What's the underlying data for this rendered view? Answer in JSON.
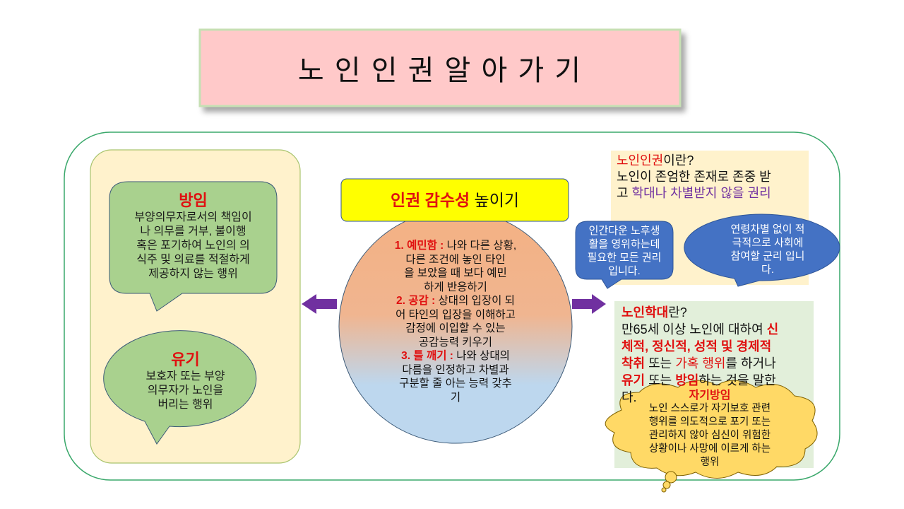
{
  "title": "노 인 인 권 알 아 가 기",
  "left_panel": {
    "neglect": {
      "heading": "방임",
      "lines": [
        "부양의무자로서의  책임이",
        "나 의무를 거부, 불이행",
        "혹은 포기하여 노인의 의",
        "식주 및  의료를 적절하게",
        "제공하지 않는 행위"
      ]
    },
    "abandonment": {
      "heading": "유기",
      "lines": [
        "보호자 또는 부양",
        "의무자가 노인을",
        "버리는 행위"
      ]
    }
  },
  "center": {
    "header": {
      "highlight": "인권 감수성",
      "rest": " 높이기"
    },
    "items": [
      {
        "label": "1.  예민함 : ",
        "lines": [
          "나와 다른 상황,",
          "다른 조건에 놓인 타인",
          "을 보았을 때 보다 예민",
          "하게 반응하기"
        ]
      },
      {
        "label": "2. 공감 : ",
        "lines": [
          "상대의 입장이 되",
          "어 타인의 입장을 이해하고",
          "감정에 이입할 수 있는",
          "공감능력 키우기"
        ]
      },
      {
        "label": "3. 틀 깨기 : ",
        "lines": [
          "나와 상대의",
          "다름을 인정하고 차별과",
          "구분할 줄 아는 능력 갖추",
          "기"
        ]
      }
    ]
  },
  "rights": {
    "term": "노인인권",
    "question": "이란?",
    "line2": "노인이 존엄한 존재로 존중 받",
    "line3_prefix": "고 ",
    "line3_highlight": "학대나 차별받지 않을 권리",
    "callout1": [
      "인간다운 노후생",
      "활을 영위하는데",
      "필요한 모든 권리",
      "입니다."
    ],
    "callout2": [
      "연령차별 없이 적",
      "극적으로 사회에",
      "참여할 군리 입니",
      "다."
    ]
  },
  "abuse": {
    "term": "노인학대",
    "question": "란?",
    "segments": {
      "s1": "만65세 이상 노인에 대하여 ",
      "s2": "신",
      "s3": "체적, 정신적, 성적 및 경제적",
      "s4": "착취",
      "s5": " 또는 ",
      "s6": "가혹 행위",
      "s7": "를 하거나",
      "s8": "유기",
      "s9": " 또는 ",
      "s10": "방임",
      "s11": "하는 것을 말한",
      "s12": "다."
    }
  },
  "self_neglect": {
    "heading": "자기방임",
    "lines": [
      "노인 스스로가 자기보호 관련",
      "행위를 의도적으로 포기 또는",
      "관리하지 않아 심신이 위험한",
      "상황이나 사망에 이르게 하는",
      "행위"
    ]
  },
  "colors": {
    "title_bg": "#ffc9c9",
    "frame": "#3aa86b",
    "panel": "#fff2cc",
    "green_bubble": "#a9d18e",
    "blue_bubble": "#4472c4",
    "arrow": "#7030a0",
    "cloud": "#ffd966",
    "abuse_bg": "#e2efda",
    "header": "#ffff00"
  }
}
